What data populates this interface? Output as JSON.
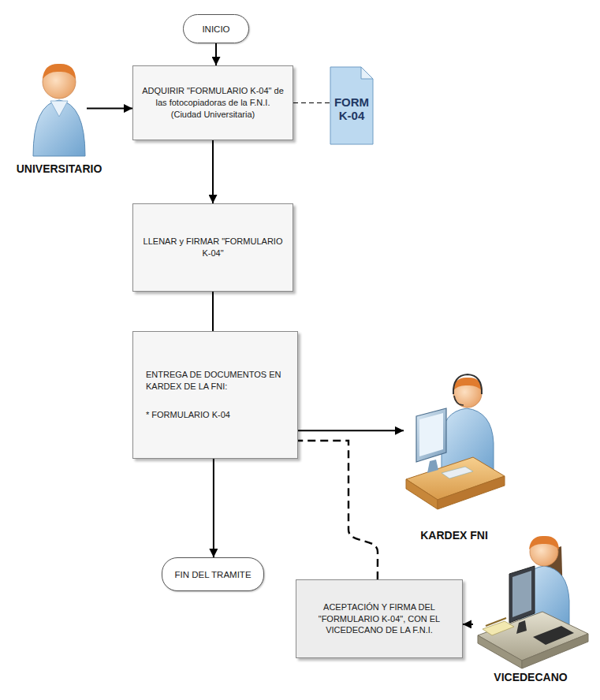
{
  "diagram": {
    "nodes": [
      {
        "text": [
          "INICIO"
        ]
      },
      {
        "text": [
          "UNIVERSITARIO"
        ]
      },
      {
        "text": [
          "ADQUIRIR \"FORMULARIO K-04\" de las fotocopiadoras de la F.N.I. (Ciudad Universitaria)"
        ]
      },
      {
        "text": [
          "FORM K-04"
        ]
      },
      {
        "text": [
          "LLENAR y FIRMAR \"FORMULARIO K-04\""
        ]
      },
      {
        "text": [
          "ENTREGA DE DOCUMENTOS EN KARDEX DE LA FNI:",
          "* FORMULARIO K-04"
        ]
      },
      {
        "text": [
          "KARDEX FNI"
        ]
      },
      {
        "text": [
          "FIN DEL TRAMITE"
        ]
      },
      {
        "text": [
          "ACEPTACIÓN Y FIRMA DEL \"FORMULARIO K-04\", CON EL VICEDECANO DE LA F.N.I."
        ]
      },
      {
        "text": [
          "VICEDECANO"
        ]
      }
    ],
    "edges": [
      {
        "from": 0,
        "to": 2,
        "arrow": "to"
      },
      {
        "from": 1,
        "to": 2,
        "arrow": "to"
      },
      {
        "from": 2,
        "to": 3,
        "arrow": "none"
      },
      {
        "from": 2,
        "to": 4,
        "arrow": "to"
      },
      {
        "from": 4,
        "to": 5,
        "arrow": "none"
      },
      {
        "from": 5,
        "to": 6,
        "arrow": "to"
      },
      {
        "from": 5,
        "to": 7,
        "arrow": "to"
      },
      {
        "from": 8,
        "to": 5,
        "arrow": "none"
      },
      {
        "from": 9,
        "to": 8,
        "arrow": "to"
      }
    ]
  }
}
